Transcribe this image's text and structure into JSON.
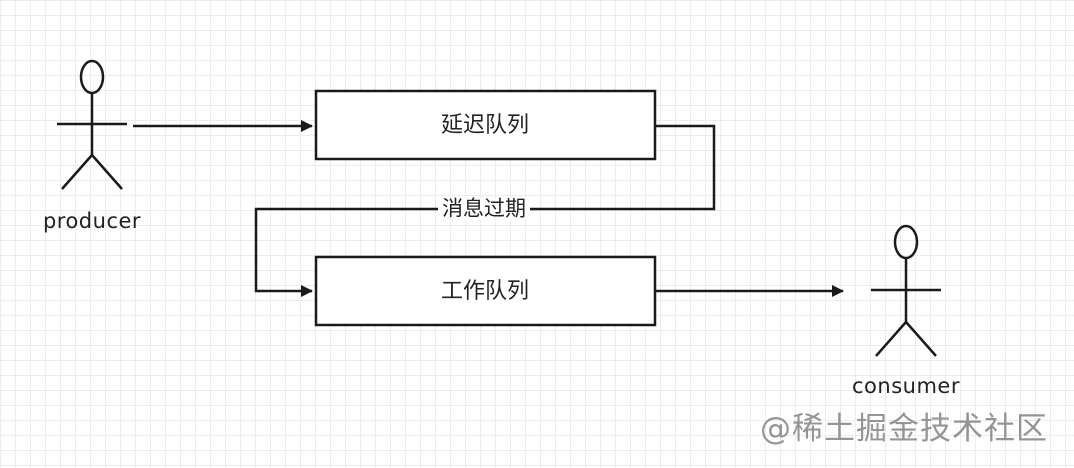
{
  "nodes": {
    "delay_queue": {
      "label": "延迟队列"
    },
    "work_queue": {
      "label": "工作队列"
    }
  },
  "actors": {
    "producer": {
      "label": "producer"
    },
    "consumer": {
      "label": "consumer"
    }
  },
  "edges": {
    "expire": {
      "label": "消息过期"
    }
  },
  "watermark": "@稀土掘金技术社区",
  "colors": {
    "stroke": "#1a1a1a",
    "grid": "#ececec",
    "text": "#222222"
  }
}
